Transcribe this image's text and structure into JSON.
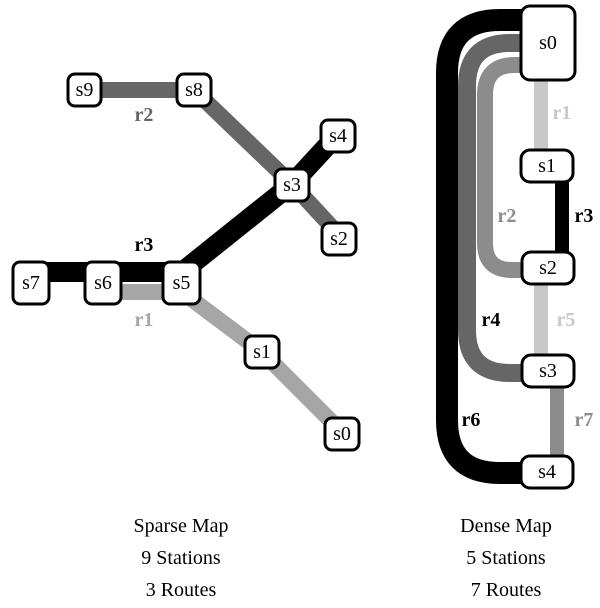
{
  "colors": {
    "black": "#000000",
    "dark_gray": "#666666",
    "mid_gray": "#8c8c8c",
    "light_gray": "#a6a6a6",
    "lighter_gray": "#c8c8c8"
  },
  "sparse_map": {
    "caption": [
      "Sparse Map",
      "9 Stations",
      "3 Routes"
    ],
    "stations": [
      "s0",
      "s1",
      "s2",
      "s3",
      "s4",
      "s5",
      "s6",
      "s7",
      "s8",
      "s9"
    ],
    "routes": [
      {
        "label": "r1",
        "color": "#a6a6a6",
        "stations": [
          "s6",
          "s5",
          "s1",
          "s0"
        ]
      },
      {
        "label": "r2",
        "color": "#666666",
        "stations": [
          "s9",
          "s8",
          "s3",
          "s2"
        ]
      },
      {
        "label": "r3",
        "color": "#000000",
        "stations": [
          "s7",
          "s6",
          "s5",
          "s3",
          "s4"
        ]
      }
    ]
  },
  "dense_map": {
    "caption": [
      "Dense Map",
      "5 Stations",
      "7 Routes"
    ],
    "stations": [
      "s0",
      "s1",
      "s2",
      "s3",
      "s4"
    ],
    "routes": [
      {
        "label": "r1",
        "color": "#c8c8c8",
        "stations": [
          "s0",
          "s1"
        ]
      },
      {
        "label": "r2",
        "color": "#8c8c8c",
        "stations": [
          "s0",
          "s2"
        ]
      },
      {
        "label": "r3",
        "color": "#000000",
        "stations": [
          "s1",
          "s2"
        ]
      },
      {
        "label": "r4",
        "color": "#666666",
        "stations": [
          "s0",
          "s3"
        ]
      },
      {
        "label": "r5",
        "color": "#c8c8c8",
        "stations": [
          "s2",
          "s3"
        ]
      },
      {
        "label": "r6",
        "color": "#000000",
        "stations": [
          "s0",
          "s4"
        ]
      },
      {
        "label": "r7",
        "color": "#8c8c8c",
        "stations": [
          "s3",
          "s4"
        ]
      }
    ]
  }
}
